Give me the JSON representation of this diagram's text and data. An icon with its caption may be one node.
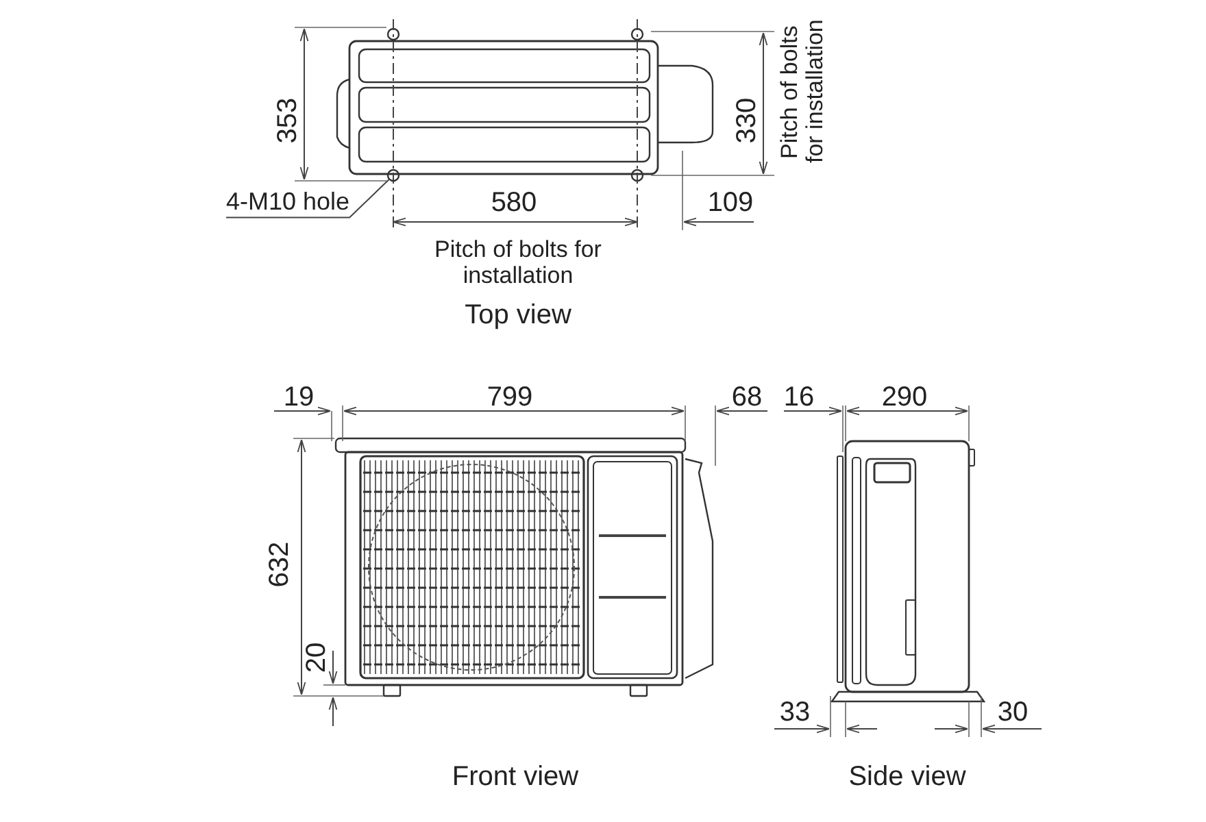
{
  "diagram": {
    "nodes": [
      {
        "text": [
          "4-M10 hole"
        ]
      },
      {
        "text": [],
        "shape": "circle"
      }
    ],
    "edges": [
      {
        "from": 0,
        "to": 1,
        "arrow": "none"
      }
    ],
    "labels": [
      "353",
      "330",
      "Pitch of bolts for installation",
      "580",
      "109",
      "Pitch of bolts for installation",
      "Top view",
      "19",
      "799",
      "68",
      "16",
      "290",
      "632",
      "20",
      "33",
      "30",
      "Front view",
      "Side view"
    ]
  }
}
